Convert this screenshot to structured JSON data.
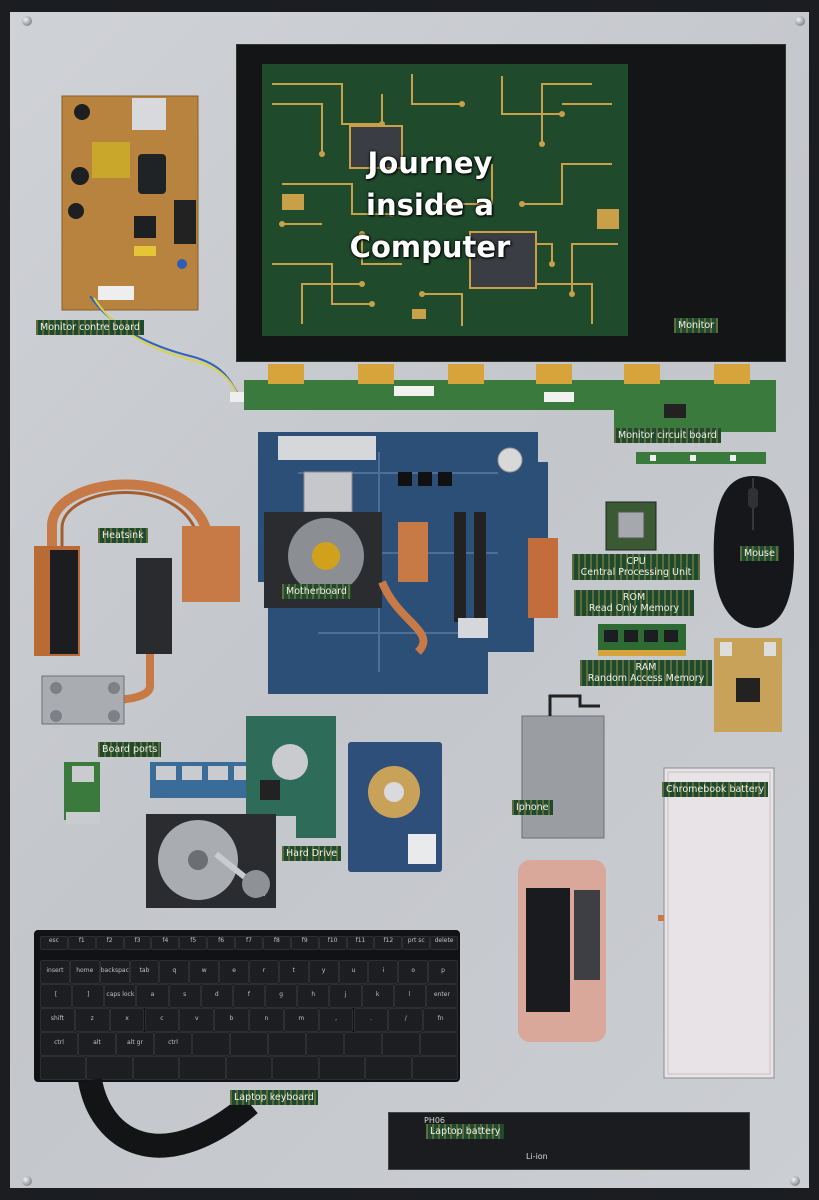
{
  "poster": {
    "title_lines": [
      "Journey",
      "inside a",
      "Computer"
    ]
  },
  "labels": {
    "monitor_control_board": "Monitor contre board",
    "monitor": "Monitor",
    "monitor_circuit_board": "Monitor circuit board",
    "heatsink": "Heatsink",
    "motherboard": "Motherboard",
    "cpu_line1": "CPU",
    "cpu_line2": "Central Processing Unit",
    "rom_line1": "ROM",
    "rom_line2": "Read Only Memory",
    "ram_line1": "RAM",
    "ram_line2": "Random Access Memory",
    "mouse": "Mouse",
    "board_ports": "Board ports",
    "hard_drive": "Hard Drive",
    "iphone": "Iphone",
    "chromebook_battery": "Chromebook battery",
    "laptop_keyboard": "Laptop keyboard",
    "laptop_battery": "Laptop battery"
  },
  "printed_markings": {
    "keyboard_keys": [
      "esc",
      "f1",
      "f2",
      "f3",
      "f4",
      "f5",
      "f6",
      "f7",
      "f8",
      "f9",
      "f10",
      "f11",
      "f12",
      "prt sc",
      "delete",
      "insert",
      "home",
      "backspace",
      "tab",
      "q",
      "w",
      "e",
      "r",
      "t",
      "y",
      "u",
      "i",
      "o",
      "p",
      "[",
      "]",
      "caps lock",
      "a",
      "s",
      "d",
      "f",
      "g",
      "h",
      "j",
      "k",
      "l",
      "enter",
      "shift",
      "z",
      "x",
      "c",
      "v",
      "b",
      "n",
      "m",
      ",",
      ".",
      "/",
      "fn",
      "ctrl",
      "alt",
      "alt gr",
      "ctrl"
    ],
    "battery_brand": "PH06",
    "battery_chem": "Li-ion"
  },
  "colors": {
    "panel": "#c9ccd0",
    "frame": "#1c1d20",
    "label_bg": "#1e4a2e",
    "pcb_green": "#1f5a32",
    "gold": "#c9a04a",
    "copper": "#c77a45",
    "motherboard_blue": "#2c4f78"
  }
}
